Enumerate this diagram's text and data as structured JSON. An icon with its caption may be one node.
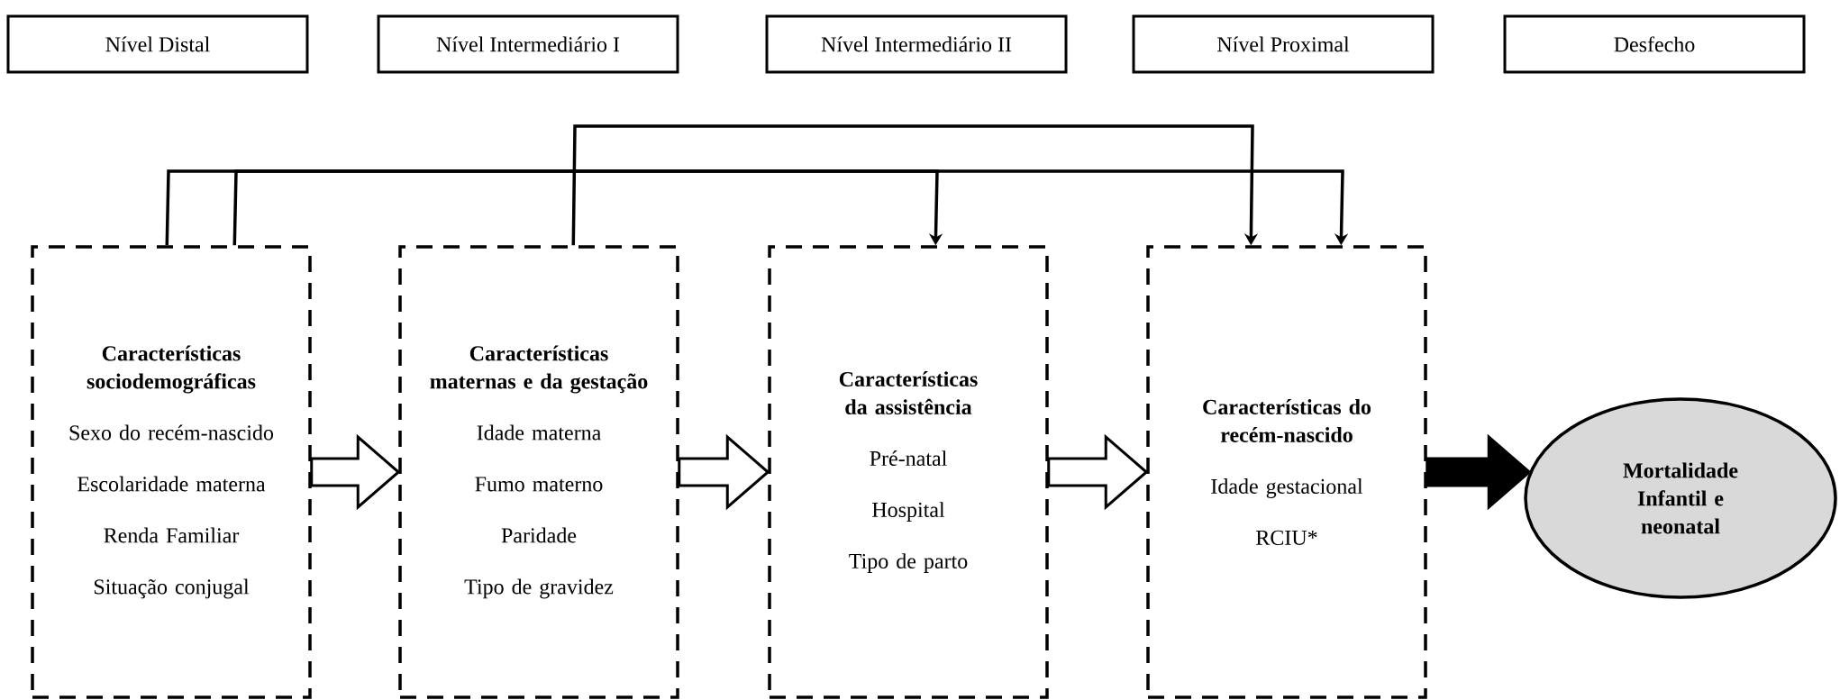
{
  "diagram": {
    "nodes": [
      {
        "text": [
          "Nível Distal"
        ]
      },
      {
        "text": [
          "Nível Intermediário I"
        ]
      },
      {
        "text": [
          "Nível Intermediário II"
        ]
      },
      {
        "text": [
          "Nível Proximal"
        ]
      },
      {
        "text": [
          "Desfecho"
        ]
      },
      {
        "text": [
          "Características sociodemográficas",
          "Sexo do recém-nascido",
          "Escolaridade materna",
          "Renda Familiar",
          "Situação conjugal"
        ]
      },
      {
        "text": [
          "Características maternas e da gestação",
          "Idade materna",
          "Fumo materno",
          "Paridade",
          "Tipo de gravidez"
        ]
      },
      {
        "text": [
          "Características da assistência",
          "Pré-natal",
          "Hospital",
          "Tipo de parto"
        ]
      },
      {
        "text": [
          "Características do recém-nascido",
          "Idade gestacional",
          "RCIU*"
        ]
      },
      {
        "text": [
          "Mortalidade Infantil e neonatal"
        ]
      }
    ],
    "edges": [
      {
        "from": 5,
        "to": 7,
        "arrow": "to"
      },
      {
        "from": 5,
        "to": 8,
        "arrow": "to"
      },
      {
        "from": 6,
        "to": 8,
        "arrow": "to"
      },
      {
        "from": 5,
        "to": 6,
        "arrow": "to",
        "style": "thick"
      },
      {
        "from": 6,
        "to": 7,
        "arrow": "to",
        "style": "thick"
      },
      {
        "from": 7,
        "to": 8,
        "arrow": "to",
        "style": "thick"
      },
      {
        "from": 8,
        "to": 9,
        "arrow": "to",
        "style": "thick",
        "color": "#000000"
      }
    ]
  }
}
